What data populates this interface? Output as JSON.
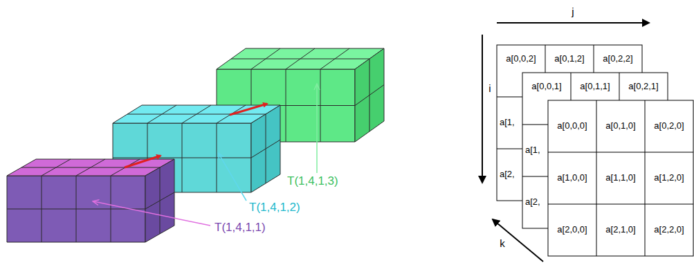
{
  "diagram": {
    "labels": [
      "T(1,4,1,3)",
      "T(1,4,1,2)",
      "T(1,4,1,1)",
      "j",
      "i",
      "k",
      "a[0,0,2]",
      "a[0,1,2]",
      "a[0,2,2]",
      "a[1,",
      "a[2,",
      "a[0,0,1]",
      "a[0,1,1]",
      "a[0,2,1]",
      "a[1,",
      "a[2,",
      "a[0,0,0]",
      "a[0,1,0]",
      "a[0,2,0]",
      "a[1,0,0]",
      "a[1,1,0]",
      "a[1,2,0]",
      "a[2,0,0]",
      "a[2,1,0]",
      "a[2,2,0]"
    ]
  }
}
